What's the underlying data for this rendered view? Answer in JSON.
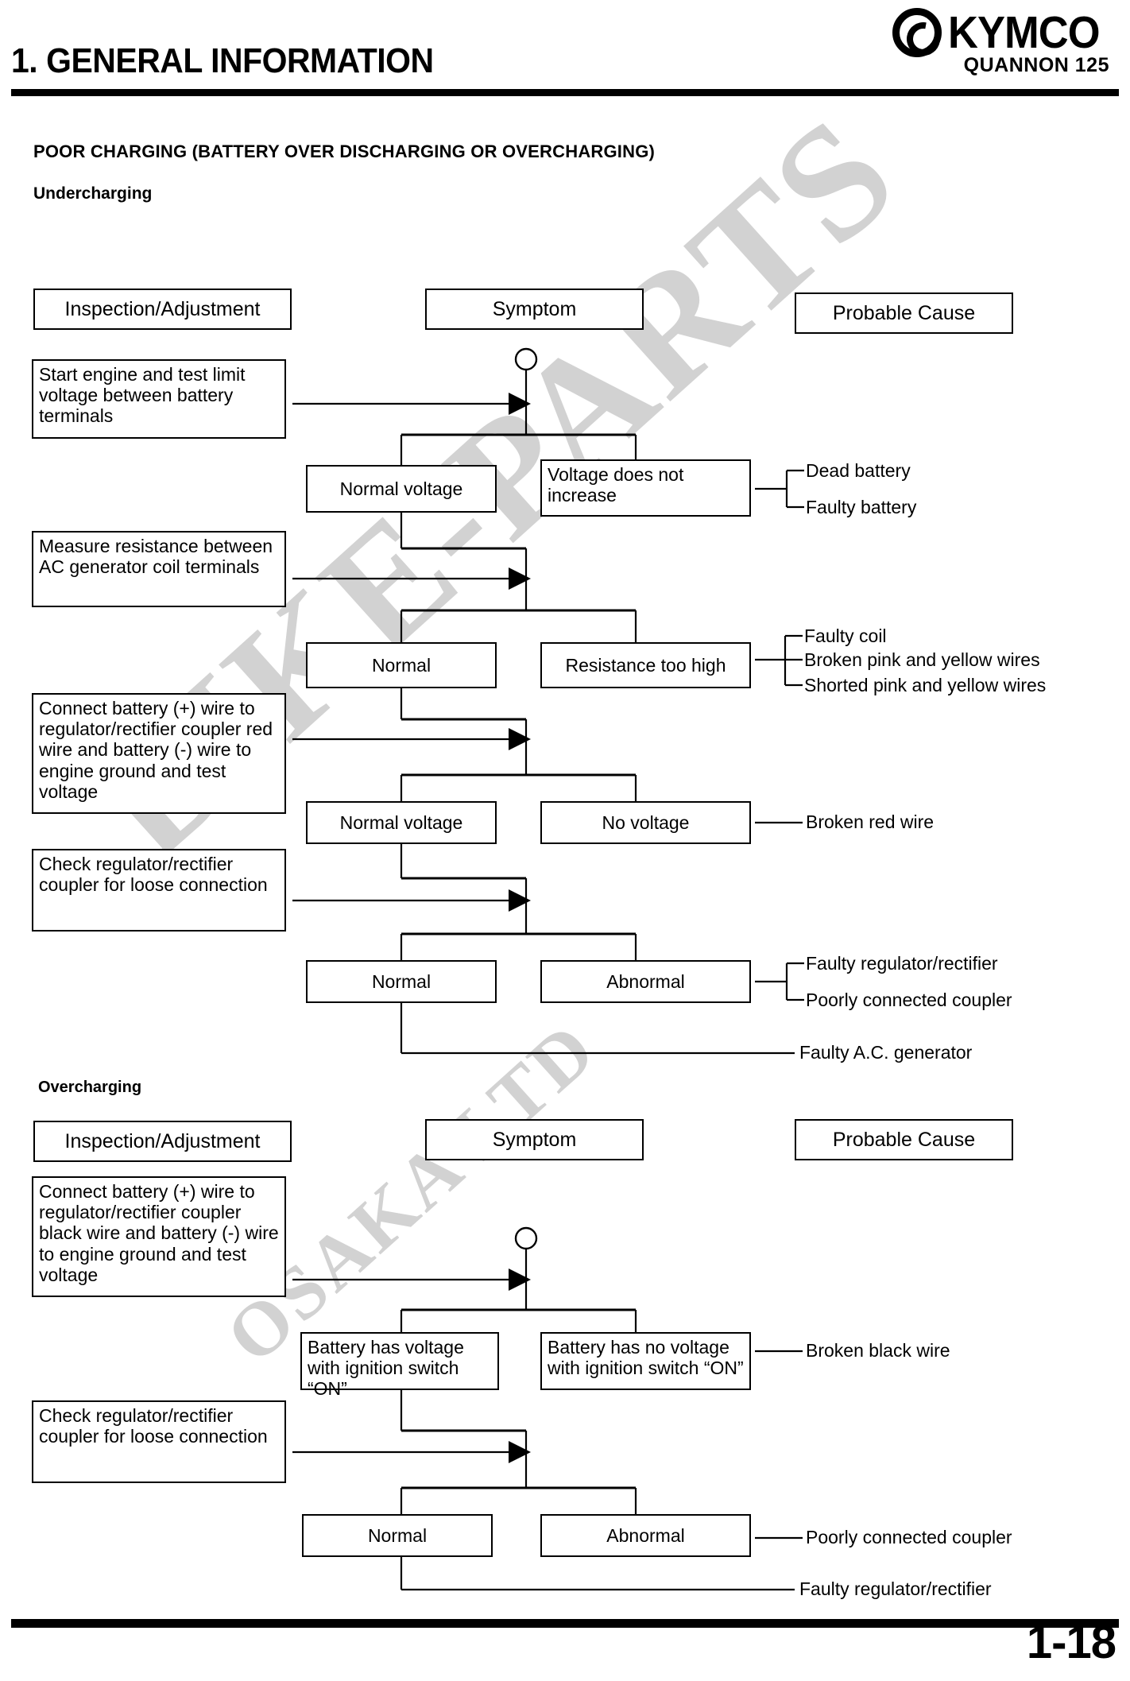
{
  "header": {
    "title": "1. GENERAL INFORMATION",
    "model": "QUANNON 125",
    "brand": "KYMCO"
  },
  "footer": {
    "page_number": "1-18"
  },
  "watermark": {
    "line1": "BIKE-PARTS",
    "line2": "OSAKA LTD"
  },
  "section": {
    "title": "POOR CHARGING (BATTERY OVER DISCHARGING OR OVERCHARGING)",
    "subsection_1": "Undercharging",
    "subsection_2": "Overcharging"
  },
  "column_headers": {
    "inspection": "Inspection/Adjustment",
    "symptom": "Symptom",
    "cause": "Probable Cause"
  },
  "undercharging": {
    "steps": [
      {
        "inspection": "Start engine and test limit voltage between battery terminals",
        "normal": "Normal voltage",
        "abnormal": "Voltage does not increase",
        "causes": [
          "Dead battery",
          "Faulty battery"
        ]
      },
      {
        "inspection": "Measure resistance between AC generator coil terminals",
        "normal": "Normal",
        "abnormal": "Resistance too high",
        "causes": [
          "Faulty coil",
          "Broken pink and yellow wires",
          "Shorted pink and yellow wires"
        ]
      },
      {
        "inspection": "Connect battery (+) wire to regulator/rectifier coupler red wire and battery (-) wire to engine ground and test voltage",
        "normal": "Normal voltage",
        "abnormal": "No voltage",
        "causes": [
          "Broken red wire"
        ]
      },
      {
        "inspection": "Check regulator/rectifier coupler for loose connection",
        "normal": "Normal",
        "abnormal": "Abnormal",
        "causes": [
          "Faulty regulator/rectifier",
          "Poorly connected coupler"
        ]
      }
    ],
    "final_cause": "Faulty A.C. generator"
  },
  "overcharging": {
    "steps": [
      {
        "inspection": "Connect battery (+) wire to regulator/rectifier coupler black wire and battery (-) wire to engine ground and test voltage",
        "normal": "Battery has voltage with ignition switch “ON”",
        "abnormal": "Battery has no voltage with ignition switch “ON”",
        "causes": [
          "Broken black wire"
        ]
      },
      {
        "inspection": "Check regulator/rectifier coupler for loose connection",
        "normal": "Normal",
        "abnormal": "Abnormal",
        "causes": [
          "Poorly connected coupler"
        ]
      }
    ],
    "final_cause": "Faulty regulator/rectifier"
  }
}
